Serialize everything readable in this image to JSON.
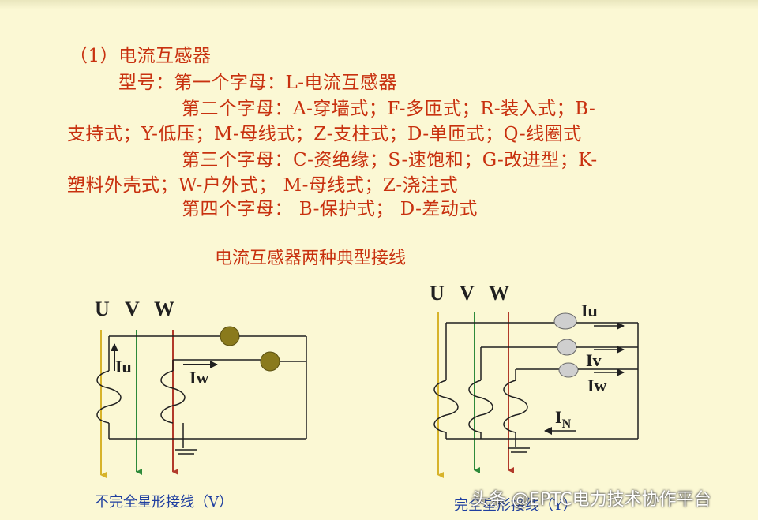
{
  "text": {
    "l1": "（1）电流互感器",
    "l2": "型号：第一个字母：L-电流互感器",
    "l3": "第二个字母：A-穿墙式；F-多匝式；R-装入式；B-",
    "l4": "支持式；Y-低压；M-母线式；Z-支柱式；D-单匝式；Q-线圈式",
    "l5": "第三个字母：C-资绝缘；S-速饱和；G-改进型；K-",
    "l6": "塑料外壳式；W-户外式；  M-母线式；Z-浇注式",
    "l7": "第四个字母： B-保护式；  D-差动式"
  },
  "subtitle": "电流互感器两种典型接线",
  "left_diagram": {
    "phase_labels": [
      "U",
      "V",
      "W"
    ],
    "current_labels": {
      "iu": "Iu",
      "iw": "Iw"
    },
    "caption": "不完全星形接线（V）"
  },
  "right_diagram": {
    "phase_labels": [
      "U",
      "V",
      "W"
    ],
    "current_labels": {
      "iu": "Iu",
      "iv": "Iv",
      "iw": "Iw",
      "in_main": "I",
      "in_sub": "N"
    },
    "caption": "完全星形接线（Y）"
  },
  "watermark": "头条 @EPTC电力技术协作平台",
  "colors": {
    "background": "#fbf8d4",
    "title_red": "#c8310f",
    "caption_blue": "#1e3ea0",
    "phase_u": "#d7b32a",
    "phase_v": "#2e8a3a",
    "phase_w": "#b23a2a",
    "wire": "#202020",
    "meter_left": "#8a7a1c",
    "meter_right": "#cfcfcf"
  }
}
